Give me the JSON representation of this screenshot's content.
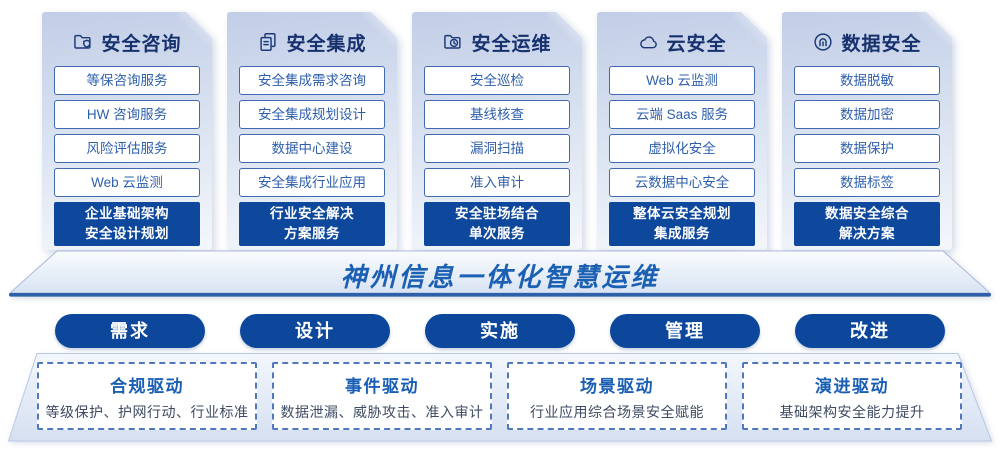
{
  "columns": [
    {
      "title": "安全咨询",
      "icon": "folder-shield-icon",
      "items": [
        "等保咨询服务",
        "HW 咨询服务",
        "风险评估服务",
        "Web 云监测"
      ],
      "highlight_line1": "企业基础架构",
      "highlight_line2": "安全设计规划"
    },
    {
      "title": "安全集成",
      "icon": "documents-icon",
      "items": [
        "安全集成需求咨询",
        "安全集成规划设计",
        "数据中心建设",
        "安全集成行业应用"
      ],
      "highlight_line1": "行业安全解决",
      "highlight_line2": "方案服务"
    },
    {
      "title": "安全运维",
      "icon": "folder-clock-icon",
      "items": [
        "安全巡检",
        "基线核查",
        "漏洞扫描",
        "准入审计"
      ],
      "highlight_line1": "安全驻场结合",
      "highlight_line2": "单次服务"
    },
    {
      "title": "云安全",
      "icon": "cloud-icon",
      "items": [
        "Web 云监测",
        "云端 Saas 服务",
        "虚拟化安全",
        "云数据中心安全"
      ],
      "highlight_line1": "整体云安全规划",
      "highlight_line2": "集成服务"
    },
    {
      "title": "数据安全",
      "icon": "data-spiral-icon",
      "items": [
        "数据脱敏",
        "数据加密",
        "数据保护",
        "数据标签"
      ],
      "highlight_line1": "数据安全综合",
      "highlight_line2": "解决方案"
    }
  ],
  "banner": {
    "title": "神州信息一体化智慧运维"
  },
  "process": {
    "steps": [
      "需求",
      "设计",
      "实施",
      "管理",
      "改进"
    ]
  },
  "drivers": [
    {
      "title": "合规驱动",
      "desc": "等级保护、护网行动、行业标准"
    },
    {
      "title": "事件驱动",
      "desc": "数据泄漏、威胁攻击、准入审计"
    },
    {
      "title": "场景驱动",
      "desc": "行业应用综合场景安全赋能"
    },
    {
      "title": "演进驱动",
      "desc": "基础架构安全能力提升"
    }
  ],
  "colors": {
    "deep_blue": "#0e489c",
    "title_navy": "#16316d",
    "item_blue": "#2e5fae",
    "banner_blue": "#1b60b3",
    "driver_title_blue": "#1a5fb4",
    "driver_text": "#3e4b63",
    "card_top": "#c2cee7",
    "card_bottom": "#f4f7fb"
  }
}
